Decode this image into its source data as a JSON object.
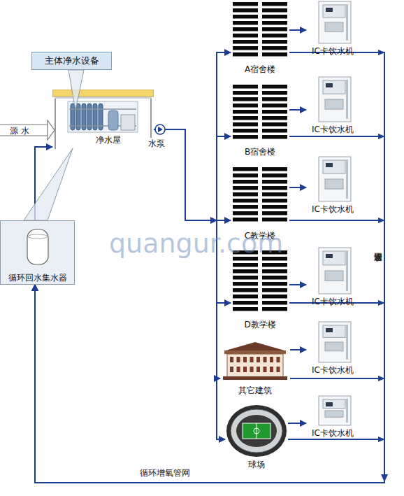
{
  "diagram": {
    "nodes": [
      {
        "text": [
          "主体净水设备"
        ]
      },
      {
        "text": [
          "净水屋"
        ]
      },
      {
        "text": [
          "循环回水集水器"
        ]
      },
      {
        "text": [
          "A宿舍楼"
        ]
      },
      {
        "text": [
          "IC卡饮水机"
        ]
      },
      {
        "text": [
          "B宿舍楼"
        ]
      },
      {
        "text": [
          "IC卡饮水机"
        ]
      },
      {
        "text": [
          "C教学楼"
        ]
      },
      {
        "text": [
          "IC卡饮水机"
        ]
      },
      {
        "text": [
          "D教学楼"
        ]
      },
      {
        "text": [
          "IC卡饮水机"
        ]
      },
      {
        "text": [
          "其它建筑"
        ]
      },
      {
        "text": [
          "IC卡饮水机"
        ]
      },
      {
        "text": [
          "球场"
        ]
      },
      {
        "text": [
          "IC卡饮水机"
        ]
      }
    ],
    "edges": [
      {
        "from": 2,
        "to": 1,
        "arrow": "to"
      },
      {
        "from": 1,
        "to": 3,
        "arrow": "to"
      },
      {
        "from": 1,
        "to": 5,
        "arrow": "to"
      },
      {
        "from": 1,
        "to": 7,
        "arrow": "to"
      },
      {
        "from": 1,
        "to": 9,
        "arrow": "to"
      },
      {
        "from": 1,
        "to": 11,
        "arrow": "to"
      },
      {
        "from": 1,
        "to": 13,
        "arrow": "to"
      },
      {
        "from": 3,
        "to": 4,
        "arrow": "to"
      },
      {
        "from": 5,
        "to": 6,
        "arrow": "to"
      },
      {
        "from": 7,
        "to": 8,
        "arrow": "to"
      },
      {
        "from": 9,
        "to": 10,
        "arrow": "to"
      },
      {
        "from": 11,
        "to": 12,
        "arrow": "to"
      },
      {
        "from": 13,
        "to": 14,
        "arrow": "to"
      },
      {
        "from": 3,
        "to": 2,
        "arrow": "to"
      },
      {
        "from": 5,
        "to": 2,
        "arrow": "to"
      },
      {
        "from": 7,
        "to": 2,
        "arrow": "to"
      },
      {
        "from": 9,
        "to": 2,
        "arrow": "to"
      },
      {
        "from": 11,
        "to": 2,
        "arrow": "to"
      },
      {
        "from": 13,
        "to": 2,
        "arrow": "to"
      }
    ],
    "labels": [
      "源 水",
      "水泵",
      "回水管道",
      "循环增氧管网",
      "quangur.com"
    ]
  }
}
